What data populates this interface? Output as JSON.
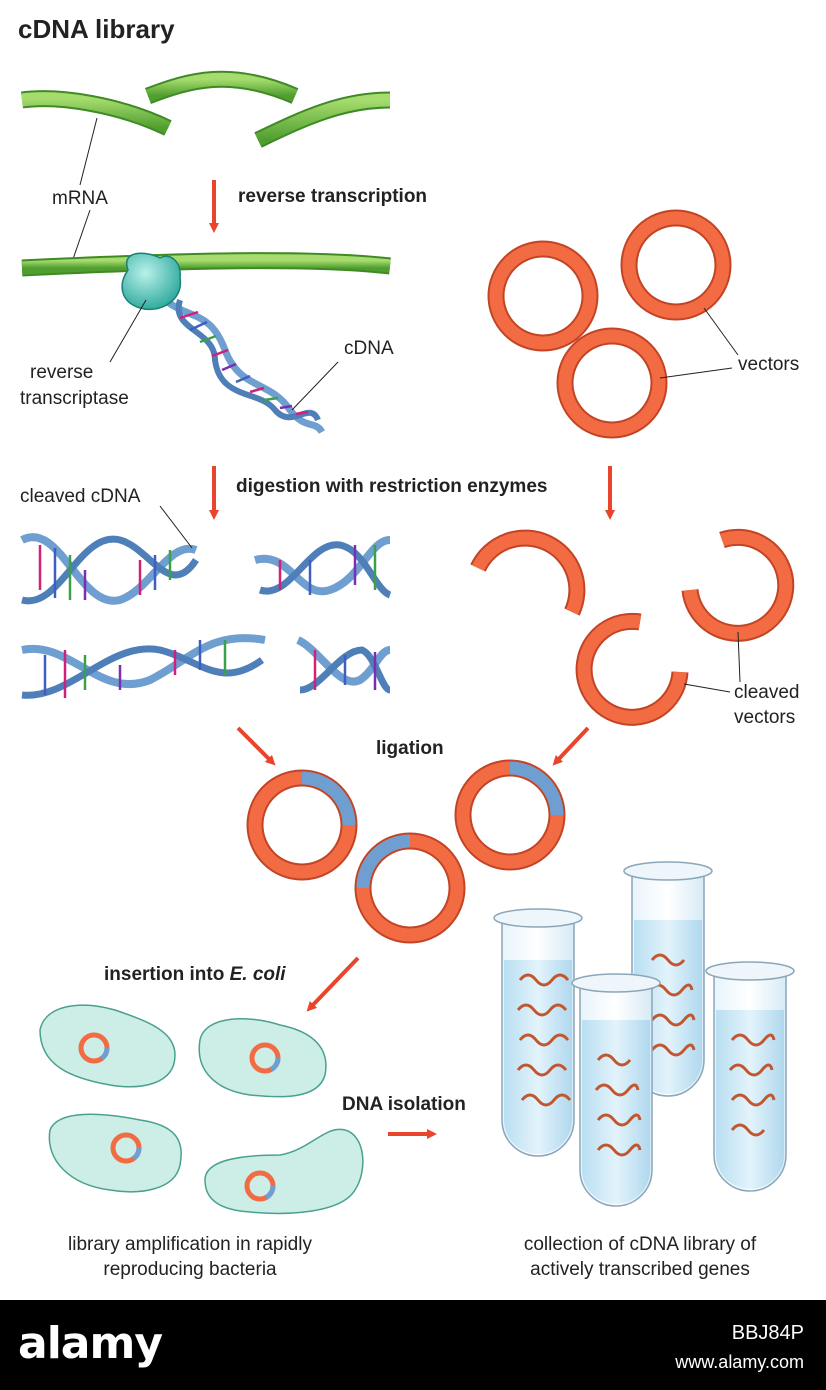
{
  "title": "cDNA library",
  "labels": {
    "mrna": "mRNA",
    "reverse_transcription": "reverse transcription",
    "reverse_transcriptase_1": "reverse",
    "reverse_transcriptase_2": "transcriptase",
    "cdna": "cDNA",
    "vectors": "vectors",
    "digestion": "digestion with restriction enzymes",
    "cleaved_cdna": "cleaved cDNA",
    "cleaved_vectors_1": "cleaved",
    "cleaved_vectors_2": "vectors",
    "ligation": "ligation",
    "insertion_prefix": "insertion into ",
    "insertion_species": "E. coli",
    "dna_isolation": "DNA isolation",
    "amplification_1": "library amplification in rapidly",
    "amplification_2": "reproducing bacteria",
    "collection_1": "collection of cDNA library of",
    "collection_2": "actively transcribed genes"
  },
  "watermark": {
    "logo": "alamy",
    "image_code": "BBJ84P",
    "url": "www.alamy.com"
  },
  "colors": {
    "mrna_green": "#7cc84a",
    "vector_orange": "#f26b43",
    "arrow_red": "#e8452c",
    "enzyme_teal": "#5fd3c8",
    "dna_blue": "#6f9fd0",
    "bacteria_fill": "#cdeee6",
    "tube_liquid": "#cde9f7"
  }
}
